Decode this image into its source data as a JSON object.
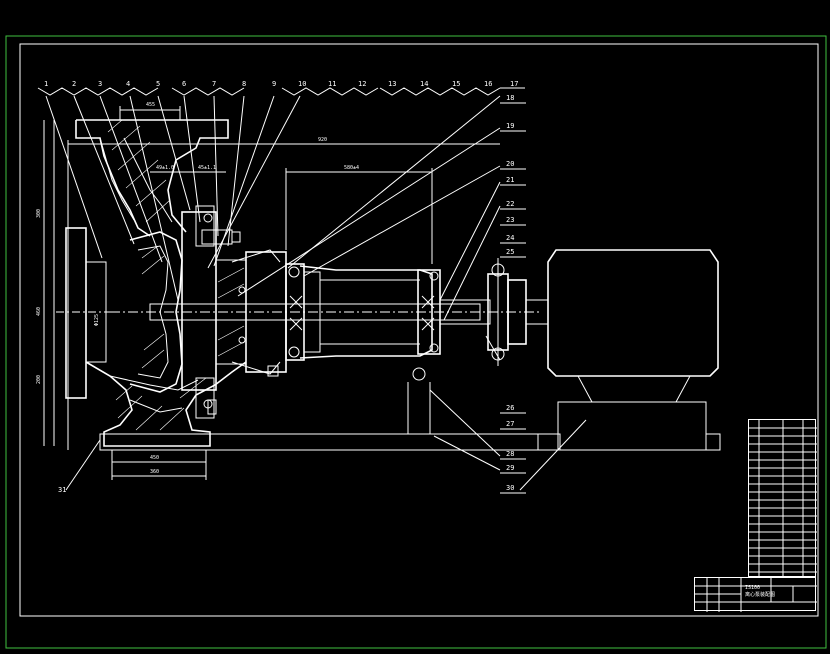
{
  "drawing": {
    "colors": {
      "background": "#000000",
      "line": "#ffffff",
      "frame": "#3fbf3f"
    },
    "top_callouts": [
      "1",
      "2",
      "3",
      "4",
      "5",
      "6",
      "7",
      "8",
      "9",
      "10",
      "11",
      "12",
      "13",
      "14",
      "15",
      "16",
      "17"
    ],
    "right_callouts": [
      "18",
      "19",
      "20",
      "21",
      "22",
      "23",
      "24",
      "25",
      "26",
      "27",
      "28",
      "29",
      "30"
    ],
    "left_callout": "31",
    "dimensions": {
      "overall_length": "920",
      "shaft_span": "580±4",
      "dim_a": "49±1.0",
      "dim_b": "45±1.1",
      "dim_c": "455",
      "base_a": "450",
      "base_b": "360",
      "left_h1": "300",
      "left_h2": "460",
      "left_h3": "200",
      "bore": "Φ125"
    }
  },
  "title_block": {
    "code": "IS100",
    "drawing_name": "离心泵装配图"
  }
}
